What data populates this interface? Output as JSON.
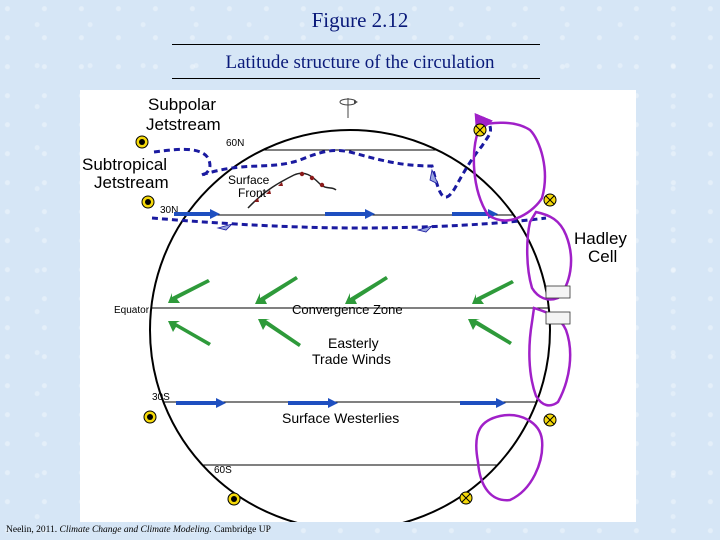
{
  "header": {
    "title": "Figure 2.12",
    "subtitle": "Latitude structure of the circulation"
  },
  "diagram": {
    "labels": {
      "subpolar_jet": [
        "Subpolar",
        "Jetstream"
      ],
      "subtropical_jet": [
        "Subtropical",
        "Jetstream"
      ],
      "surface_front": [
        "Surface",
        "Front"
      ],
      "hadley_cell": [
        "Hadley",
        "Cell"
      ],
      "convergence_zone": "Convergence Zone",
      "trade_winds": [
        "Easterly",
        "Trade Winds"
      ],
      "surface_westerlies": "Surface Westerlies",
      "lat_60n": "60N",
      "lat_30n": "30N",
      "equator": "Equator",
      "lat_30s": "30S",
      "lat_60s": "60S"
    },
    "colors": {
      "westerly_arrows": "#1e4fc0",
      "trade_wind_arrows": "#2e9a3a",
      "jetstream": "#1a1aa0",
      "hadley_cells": "#a020c8",
      "front": "#8b1a1a"
    }
  },
  "citation": {
    "author_year": "Neelin, 2011.",
    "book": "Climate Change and Climate Modeling.",
    "publisher": "Cambridge UP"
  }
}
